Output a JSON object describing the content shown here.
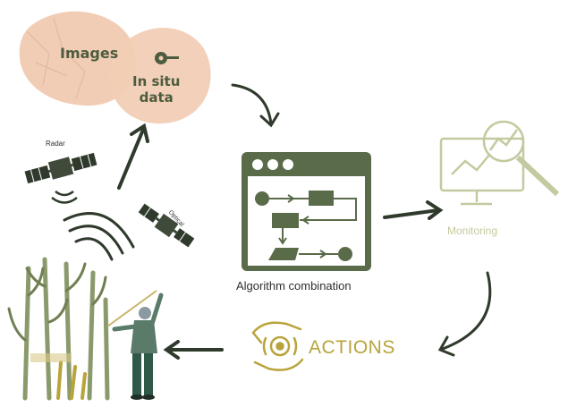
{
  "bubbles": {
    "images": "Images",
    "in_situ_line1": "In situ",
    "in_situ_line2": "data"
  },
  "satellites": {
    "radar": "Radar",
    "optical": "Optical"
  },
  "process": {
    "algorithm": "Algorithm combination",
    "monitoring": "Monitoring",
    "actions": "ACTIONS"
  },
  "colors": {
    "bubble": "#f1cdb5",
    "dark_green": "#5a6b4a",
    "arrow": "#3f4a3a",
    "monitor_pale": "#c4c9a0",
    "actions_gold": "#b8a43a",
    "plant_green": "#7a8a5c"
  },
  "icons": [
    "satellite-icon",
    "tape-measure-icon",
    "window-flowchart-icon",
    "monitor-magnifier-icon",
    "hands-gear-icon",
    "farmer-icon",
    "crop-plants-icon"
  ]
}
